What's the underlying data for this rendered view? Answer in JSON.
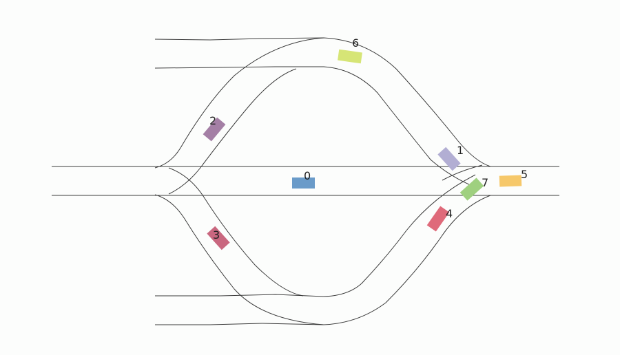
{
  "vehicles": [
    {
      "id": "0",
      "label": "0",
      "color": "#6a9bc9"
    },
    {
      "id": "1",
      "label": "1",
      "color": "#b2aed3"
    },
    {
      "id": "2",
      "label": "2",
      "color": "#a47fa5"
    },
    {
      "id": "3",
      "label": "3",
      "color": "#c9677f"
    },
    {
      "id": "4",
      "label": "4",
      "color": "#df6a7a"
    },
    {
      "id": "5",
      "label": "5",
      "color": "#f6c86a"
    },
    {
      "id": "6",
      "label": "6",
      "color": "#d6e576"
    },
    {
      "id": "7",
      "label": "7",
      "color": "#9fd07f"
    }
  ]
}
